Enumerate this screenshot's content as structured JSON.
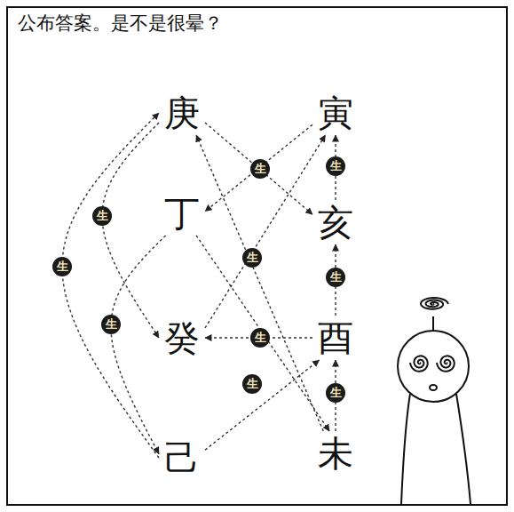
{
  "diagram": {
    "title": "公布答案。是不是很晕？",
    "nodes": [
      {
        "text": [
          "庚"
        ]
      },
      {
        "text": [
          "寅"
        ]
      },
      {
        "text": [
          "丁"
        ]
      },
      {
        "text": [
          "亥"
        ]
      },
      {
        "text": [
          "癸"
        ]
      },
      {
        "text": [
          "酉"
        ]
      },
      {
        "text": [
          "己"
        ]
      },
      {
        "text": [
          "未"
        ]
      }
    ],
    "edges": [
      {
        "from": 7,
        "to": 5,
        "arrow": "to",
        "label": "生"
      },
      {
        "from": 5,
        "to": 3,
        "arrow": "to",
        "label": "生"
      },
      {
        "from": 3,
        "to": 1,
        "arrow": "to",
        "label": "生"
      },
      {
        "from": 6,
        "to": 0,
        "arrow": "to",
        "label": "生"
      },
      {
        "from": 0,
        "to": 4,
        "arrow": "to",
        "label": "生"
      },
      {
        "from": 2,
        "to": 6,
        "arrow": "to",
        "label": "生"
      },
      {
        "from": 0,
        "to": 3,
        "arrow": "to",
        "label": "生"
      },
      {
        "from": 1,
        "to": 2,
        "arrow": "to"
      },
      {
        "from": 4,
        "to": 1,
        "arrow": "to",
        "label": "生"
      },
      {
        "from": 5,
        "to": 4,
        "arrow": "to",
        "label": "生"
      },
      {
        "from": 6,
        "to": 5,
        "arrow": "to",
        "label": "生"
      },
      {
        "from": 7,
        "to": 0,
        "arrow": "to"
      },
      {
        "from": 2,
        "to": 7,
        "arrow": "to"
      }
    ]
  }
}
